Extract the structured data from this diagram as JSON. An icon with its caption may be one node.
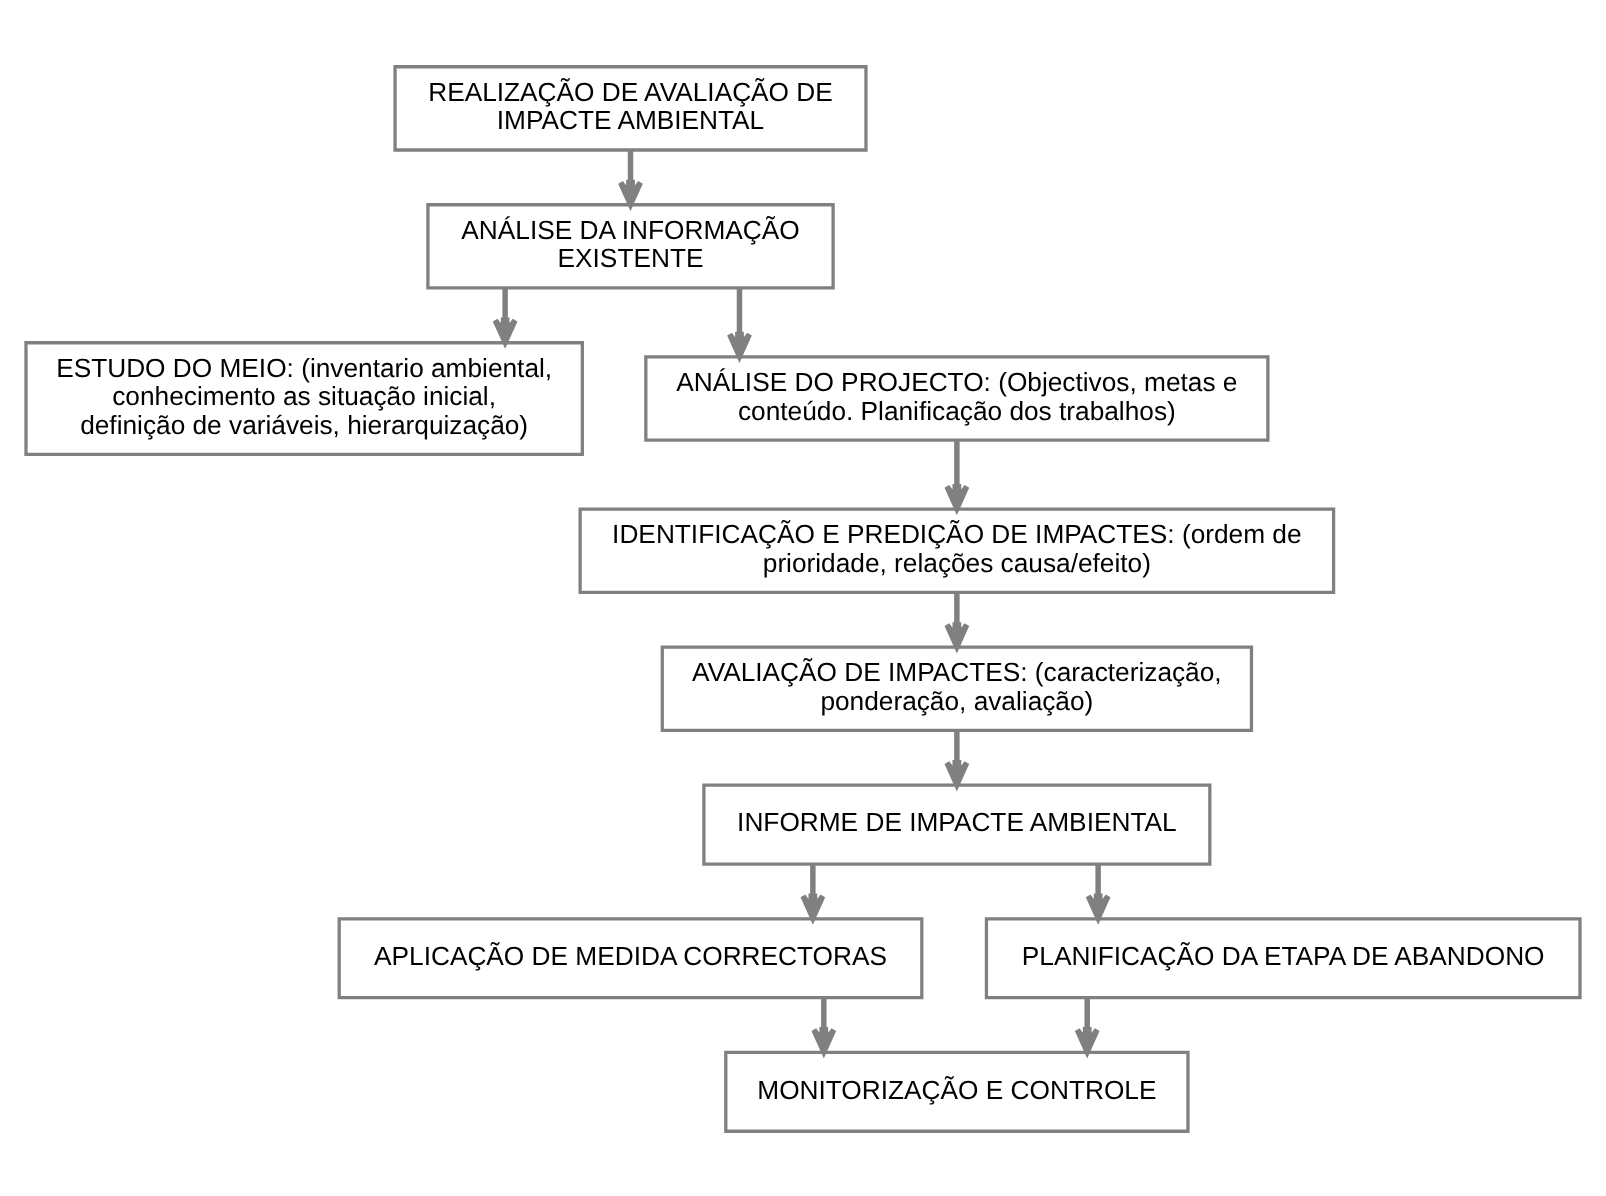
{
  "diagram": {
    "nodes": [
      {
        "text": [
          "REALIZAÇÃO DE AVALIAÇÃO DE IMPACTE AMBIENTAL"
        ]
      },
      {
        "text": [
          "ANÁLISE DA INFORMAÇÃO EXISTENTE"
        ]
      },
      {
        "text": [
          "ESTUDO DO MEIO: (inventario ambiental, conhecimento as situação inicial, definição de variáveis, hierarquização)"
        ]
      },
      {
        "text": [
          "ANÁLISE DO PROJECTO: (Objectivos, metas e conteúdo. Planificação dos trabalhos)"
        ]
      },
      {
        "text": [
          "IDENTIFICAÇÃO E PREDIÇÃO DE IMPACTES: (ordem de prioridade, relações causa/efeito)"
        ]
      },
      {
        "text": [
          "AVALIAÇÃO DE IMPACTES: (caracterização, ponderação, avaliação)"
        ]
      },
      {
        "text": [
          "INFORME DE IMPACTE AMBIENTAL"
        ]
      },
      {
        "text": [
          "APLICAÇÃO DE MEDIDA CORRECTORAS"
        ]
      },
      {
        "text": [
          "PLANIFICAÇÃO DA ETAPA DE ABANDONO"
        ]
      },
      {
        "text": [
          "MONITORIZAÇÃO E CONTROLE"
        ]
      }
    ],
    "edges": [
      {
        "from": 0,
        "to": 1,
        "arrow": "to"
      },
      {
        "from": 1,
        "to": 2,
        "arrow": "to"
      },
      {
        "from": 1,
        "to": 3,
        "arrow": "to"
      },
      {
        "from": 3,
        "to": 4,
        "arrow": "to"
      },
      {
        "from": 4,
        "to": 5,
        "arrow": "to"
      },
      {
        "from": 5,
        "to": 6,
        "arrow": "to"
      },
      {
        "from": 6,
        "to": 7,
        "arrow": "to"
      },
      {
        "from": 6,
        "to": 8,
        "arrow": "to"
      },
      {
        "from": 7,
        "to": 9,
        "arrow": "to"
      },
      {
        "from": 8,
        "to": 9,
        "arrow": "to"
      }
    ]
  }
}
